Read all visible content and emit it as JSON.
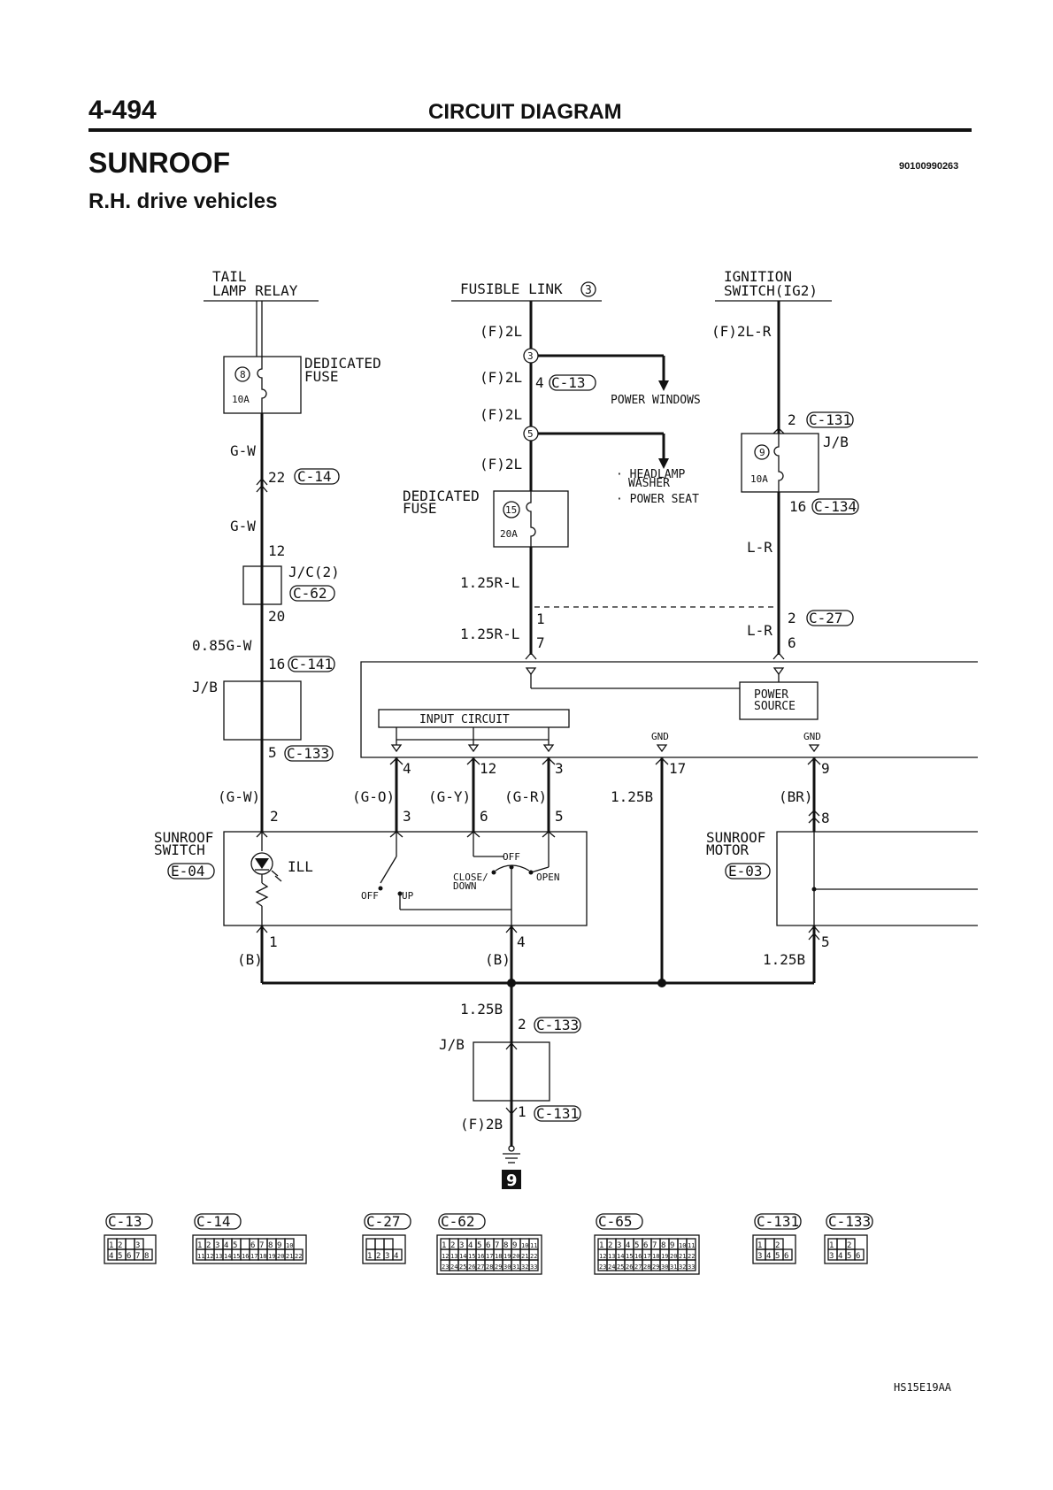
{
  "header": {
    "page_number": "4-494",
    "doc_title": "CIRCUIT DIAGRAM",
    "section_title": "SUNROOF",
    "section_code": "90100990263",
    "subtitle": "R.H. drive vehicles",
    "figure_code": "HS15E19AA"
  },
  "sources": {
    "tail_lamp_relay": [
      "TAIL",
      "LAMP RELAY"
    ],
    "fusible_link": "FUSIBLE LINK",
    "fusible_link_no": "3",
    "ignition_switch": [
      "IGNITION",
      "SWITCH(IG2)"
    ]
  },
  "fuses": {
    "left": {
      "no": "8",
      "amp": "10A",
      "label": [
        "DEDICATED",
        "FUSE"
      ]
    },
    "center": {
      "no": "15",
      "amp": "20A",
      "label": [
        "DEDICATED",
        "FUSE"
      ]
    },
    "right": {
      "no": "9",
      "amp": "10A",
      "label": "J/B"
    }
  },
  "branches": {
    "power_windows": "POWER WINDOWS",
    "headlamp_washer": [
      "· HEADLAMP",
      "WASHER"
    ],
    "power_seat": "· POWER SEAT"
  },
  "wires": {
    "f2l": "(F)2L",
    "f2lr": "(F)2L-R",
    "gw": "G-W",
    "gw_paren": "(G-W)",
    "gw085": "0.85G-W",
    "r125l": "1.25R-L",
    "lr": "L-R",
    "go": "(G-O)",
    "gy": "(G-Y)",
    "gr": "(G-R)",
    "b125": "1.25B",
    "br": "(BR)",
    "b": "(B)",
    "f2b": "(F)2B"
  },
  "splices": {
    "s3": "3",
    "s5": "5"
  },
  "connectors": {
    "c13": "C-13",
    "c14": "C-14",
    "c27": "C-27",
    "c62": "C-62",
    "c65": "C-65",
    "c131": "C-131",
    "c133": "C-133",
    "c134": "C-134",
    "c141": "C-141",
    "e03": "E-03",
    "e04": "E-04"
  },
  "pins": {
    "p1": "1",
    "p2": "2",
    "p3": "3",
    "p4": "4",
    "p5": "5",
    "p6": "6",
    "p7": "7",
    "p8": "8",
    "p9": "9",
    "p12": "12",
    "p16": "16",
    "p17": "17",
    "p20": "20",
    "p22": "22"
  },
  "blocks": {
    "jc2": "J/C(2)",
    "jb": "J/B",
    "input_circuit": "INPUT CIRCUIT",
    "power_source": [
      "POWER",
      "SOURCE"
    ],
    "gnd": "GND",
    "sunroof_switch": [
      "SUNROOF",
      "SWITCH"
    ],
    "sunroof_motor": [
      "SUNROOF",
      "MOTOR"
    ],
    "ill": "ILL",
    "off": "OFF",
    "up": "UP",
    "close_down": [
      "CLOSE/",
      "DOWN"
    ],
    "open": "OPEN",
    "ground_no": "9"
  },
  "connector_faces": [
    {
      "id": "C-13",
      "rows": [
        [
          "1",
          "2",
          "",
          "3"
        ],
        [
          "4",
          "5",
          "6",
          "7",
          "8"
        ]
      ]
    },
    {
      "id": "C-14",
      "rows": [
        [
          "1",
          "2",
          "3",
          "4",
          "5",
          "",
          "6",
          "7",
          "8",
          "9",
          "10"
        ],
        [
          "11",
          "12",
          "13",
          "14",
          "15",
          "16",
          "17",
          "18",
          "19",
          "20",
          "21",
          "22"
        ]
      ]
    },
    {
      "id": "C-27",
      "rows": [
        [
          "",
          "",
          ""
        ],
        [
          "1",
          "2",
          "3",
          "4"
        ]
      ]
    },
    {
      "id": "C-62",
      "rows": [
        [
          "1",
          "2",
          "3",
          "4",
          "5",
          "6",
          "7",
          "8",
          "9",
          "10",
          "11"
        ],
        [
          "12",
          "13",
          "14",
          "15",
          "16",
          "17",
          "18",
          "19",
          "20",
          "21",
          "22"
        ],
        [
          "23",
          "24",
          "25",
          "26",
          "27",
          "28",
          "29",
          "30",
          "31",
          "32",
          "33"
        ]
      ]
    },
    {
      "id": "C-65",
      "rows": [
        [
          "1",
          "2",
          "3",
          "4",
          "5",
          "6",
          "7",
          "8",
          "9",
          "10",
          "11"
        ],
        [
          "12",
          "13",
          "14",
          "15",
          "16",
          "17",
          "18",
          "19",
          "20",
          "21",
          "22"
        ],
        [
          "23",
          "24",
          "25",
          "26",
          "27",
          "28",
          "29",
          "30",
          "31",
          "32",
          "33"
        ]
      ]
    },
    {
      "id": "C-131",
      "rows": [
        [
          "1",
          "",
          "2"
        ],
        [
          "3",
          "4",
          "5",
          "6"
        ]
      ]
    },
    {
      "id": "C-133",
      "rows": [
        [
          "1",
          "",
          "2"
        ],
        [
          "3",
          "4",
          "5",
          "6"
        ]
      ]
    }
  ]
}
